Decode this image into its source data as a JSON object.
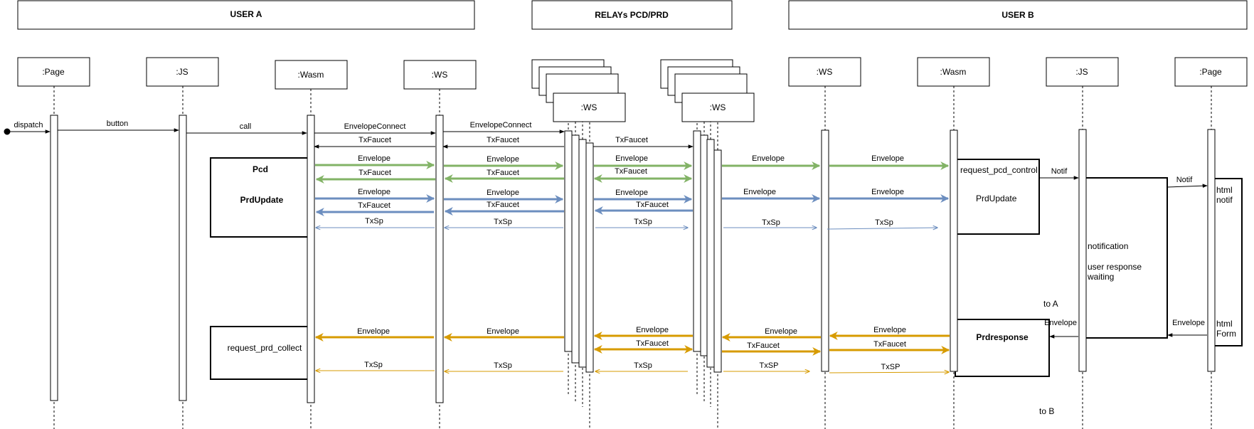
{
  "groups": {
    "user_a": "USER A",
    "relays": "RELAYs PCD/PRD",
    "user_b": "USER B"
  },
  "participants": {
    "a_page": ":Page",
    "a_js": ":JS",
    "a_wasm": ":Wasm",
    "a_ws": ":WS",
    "r1_ws": ":WS",
    "r2_ws": ":WS",
    "b_ws": ":WS",
    "b_wasm": ":Wasm",
    "b_js": ":JS",
    "b_page": ":Page"
  },
  "messages": {
    "dispatch": "dispatch",
    "button": "button",
    "call": "call",
    "envelope_connect_1": "EnvelopeConnect",
    "envelope_connect_2": "EnvelopeConnect",
    "txfaucet_c1": "TxFaucet",
    "txfaucet_c2": "TxFaucet",
    "txfaucet_c3": "TxFaucet",
    "g_env_1": "Envelope",
    "g_env_2": "Envelope",
    "g_env_3": "Envelope",
    "g_env_4": "Envelope",
    "g_env_5": "Envelope",
    "g_tx_1": "TxFaucet",
    "g_tx_2": "TxFaucet",
    "g_tx_3": "TxFaucet",
    "b_env_1": "Envelope",
    "b_env_2": "Envelope",
    "b_env_3": "Envelope",
    "b_env_4": "Envelope",
    "b_env_5": "Envelope",
    "b_tx_1": "TxFaucet",
    "b_tx_2": "TxFaucet",
    "b_tx_3": "TxFaucet",
    "b_sp_1": "TxSp",
    "b_sp_2": "TxSp",
    "b_sp_3": "TxSp",
    "b_sp_4": "TxSp",
    "b_sp_5": "TxSp",
    "notif_1": "Notif",
    "notif_2": "Notif",
    "o_env_1": "Envelope",
    "o_env_2": "Envelope",
    "o_env_3": "Envelope",
    "o_env_4": "Envelope",
    "o_env_5": "Envelope",
    "o_env_6": "Envelope",
    "o_env_7": "Envelope",
    "o_tx_1": "TxFaucet",
    "o_tx_2": "TxFaucet",
    "o_tx_3": "TxFaucet",
    "o_sp_1": "TxSp",
    "o_sp_2": "TxSp",
    "o_sp_3": "TxSp",
    "o_sp_4": "TxSP",
    "o_sp_5": "TxSP"
  },
  "notes": {
    "pcd": "Pcd",
    "prdupdate_a": "PrdUpdate",
    "request_prd_collect": "request_prd_collect",
    "request_pcd_control": "request_pcd_control",
    "prdupdate_b": "PrdUpdate",
    "prdresponse": "Prdresponse",
    "notification": "notification",
    "user_response": "user response",
    "waiting": "waiting",
    "html_notif_1": "html",
    "html_notif_2": "notif",
    "html_form_1": "html",
    "html_form_2": "Form",
    "to_a": "to A",
    "to_b": "to B"
  },
  "colors": {
    "green": "#82b366",
    "blue": "#6c8ebf",
    "orange": "#d79b00",
    "black": "#000000"
  }
}
